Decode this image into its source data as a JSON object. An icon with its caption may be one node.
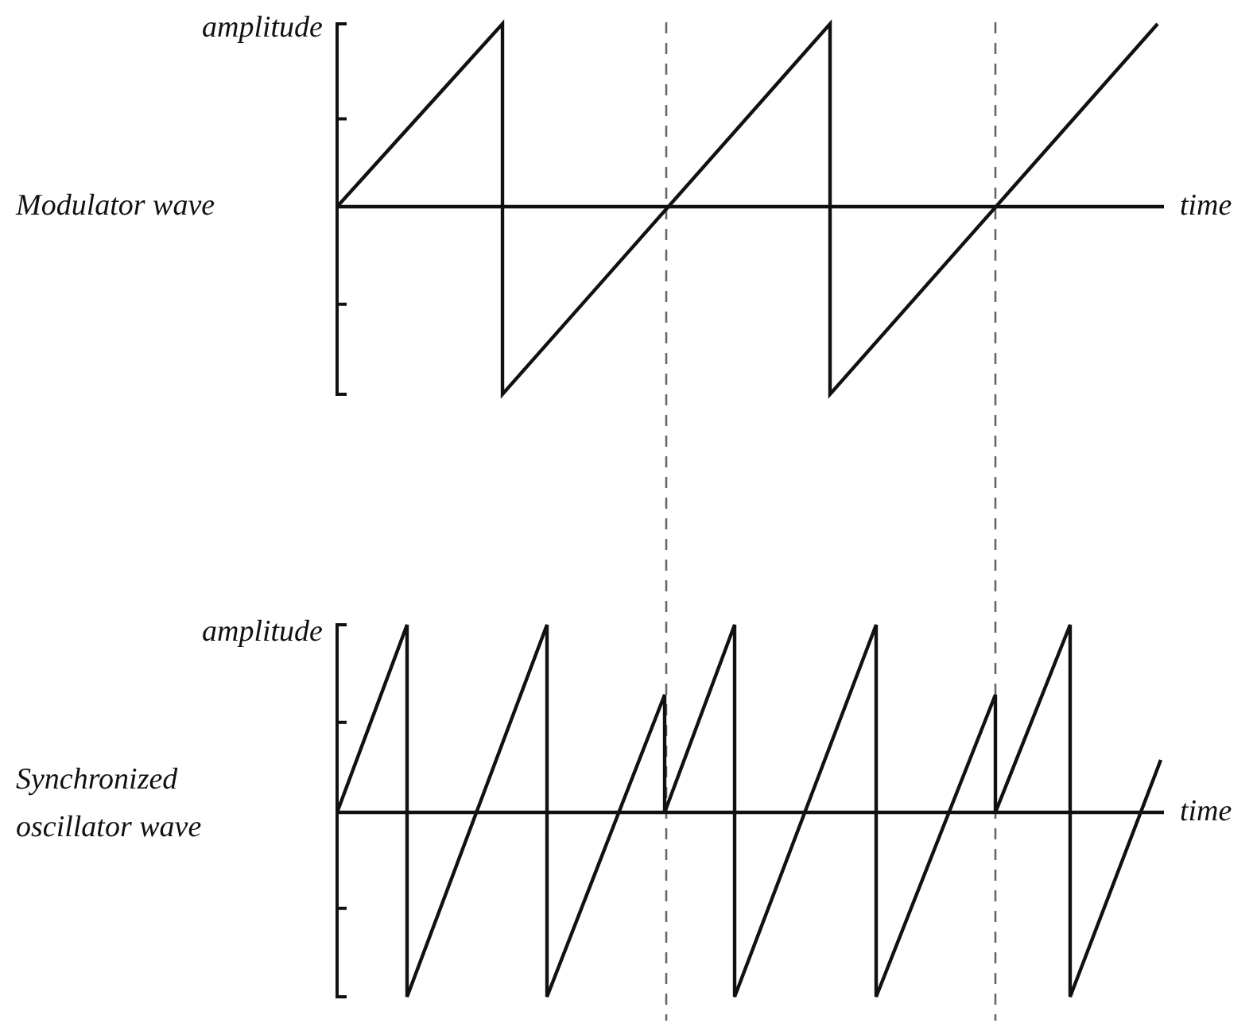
{
  "diagram": {
    "labels": [
      "amplitude",
      "Modulator wave",
      "time",
      "amplitude",
      "Synchronized oscillator wave",
      "time"
    ]
  }
}
